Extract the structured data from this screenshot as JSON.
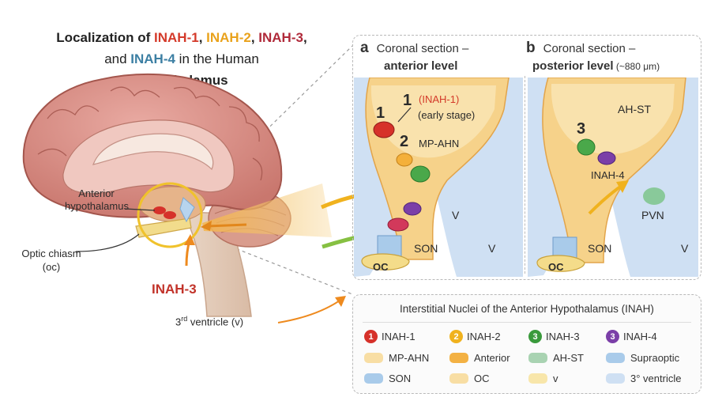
{
  "title": {
    "prefix": "Localization of ",
    "inah1": "INAH-1",
    "sep1": ", ",
    "inah2": "INAH-2",
    "sep2": ", ",
    "inah3": "INAH-3",
    "sep3": ",",
    "line2_pre": "and ",
    "inah4": "INAH-4",
    "line2_post": " in the Human",
    "line3": "Hypothalamus"
  },
  "brain_labels": {
    "anterior_hypothalamus_1": "Anterior",
    "anterior_hypothalamus_2": "hypothalamus",
    "optic_chiasm_1": "Optic chiasm",
    "optic_chiasm_2": "(oc)",
    "inah3": "INAH-3",
    "third_ventricle_base": "3",
    "third_ventricle_sup": "rd",
    "third_ventricle_rest": " ventricle (v)"
  },
  "panel_a": {
    "letter": "a",
    "line1": "Coronal section –",
    "line2": "anterior level",
    "num1_big": "1",
    "num1_top": "1",
    "inah1_tag": "(INAH-1)",
    "early": "(early stage)",
    "num2": "2",
    "mp_ahn": "MP-AHN",
    "v": "V",
    "son": "SON",
    "oc": "OC",
    "v_right": "V"
  },
  "panel_b": {
    "letter": "b",
    "line1": "Coronal section –",
    "line2": "posterior level",
    "line2_extra": " (~880 μm)",
    "ah_st": "AH-ST",
    "num3": "3",
    "inah4": "INAH-4",
    "pvn": "PVN",
    "son": "SON",
    "oc": "OC",
    "v_right": "V"
  },
  "legend": {
    "title": "Interstitial Nuclei of the Anterior Hypothalamus (INAH)",
    "nuclei": [
      {
        "num": "1",
        "label": "INAH-1",
        "color": "#d6312a"
      },
      {
        "num": "2",
        "label": "INAH-2",
        "color": "#f0b21e"
      },
      {
        "num": "3",
        "label": "INAH-3",
        "color": "#3a9a3c"
      },
      {
        "num": "3",
        "label": "INAH-4",
        "color": "#7b3fa8"
      }
    ],
    "regions": [
      {
        "label": "MP-AHN",
        "color": "#f8dea4"
      },
      {
        "label": "Anterior",
        "color": "#f3b143"
      },
      {
        "label": "AH-ST",
        "color": "#a9d3b2"
      },
      {
        "label": "Supraoptic",
        "color": "#a9cbea"
      },
      {
        "label": "SON",
        "color": "#a9cbea"
      },
      {
        "label": "OC",
        "color": "#f8dea4"
      },
      {
        "label": "v",
        "color": "#f8e6aa"
      },
      {
        "label": "3° ventricle",
        "color": "#cfe0f3"
      }
    ]
  }
}
